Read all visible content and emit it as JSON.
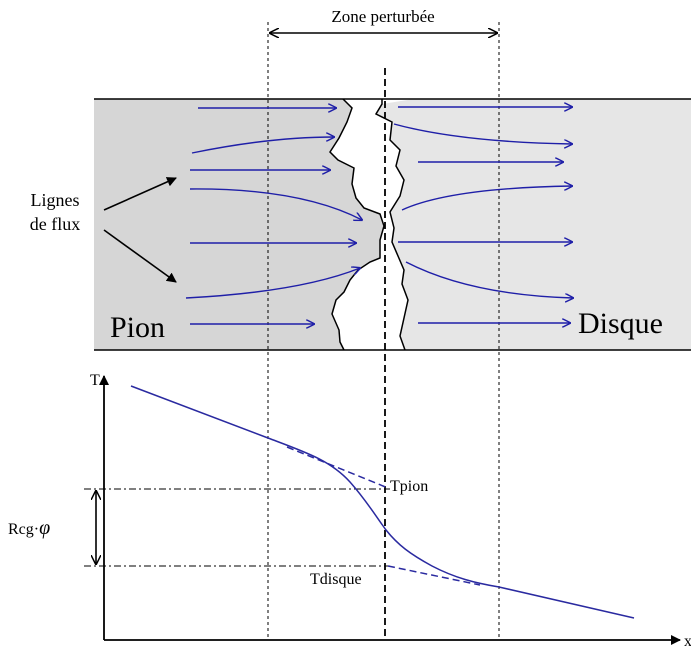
{
  "labels": {
    "zone": "Zone perturbée",
    "lignes_line1": "Lignes",
    "lignes_line2": "de flux",
    "pion": "Pion",
    "disque": "Disque",
    "t_axis": "T",
    "x_axis": "x",
    "rcg": "Rcg·",
    "phi": "φ",
    "tpion": "Tpion",
    "tdisque": "Tdisque"
  },
  "colors": {
    "pion_fill": "#d6d6d6",
    "disque_fill": "#e6e6e6",
    "flux_lines": "#1f1fa8",
    "temperature_curve": "#2a2aa0",
    "outline": "#000000"
  },
  "icons": {
    "arrowhead": "arrowhead-icon",
    "double_arrow": "double-arrow-icon"
  }
}
